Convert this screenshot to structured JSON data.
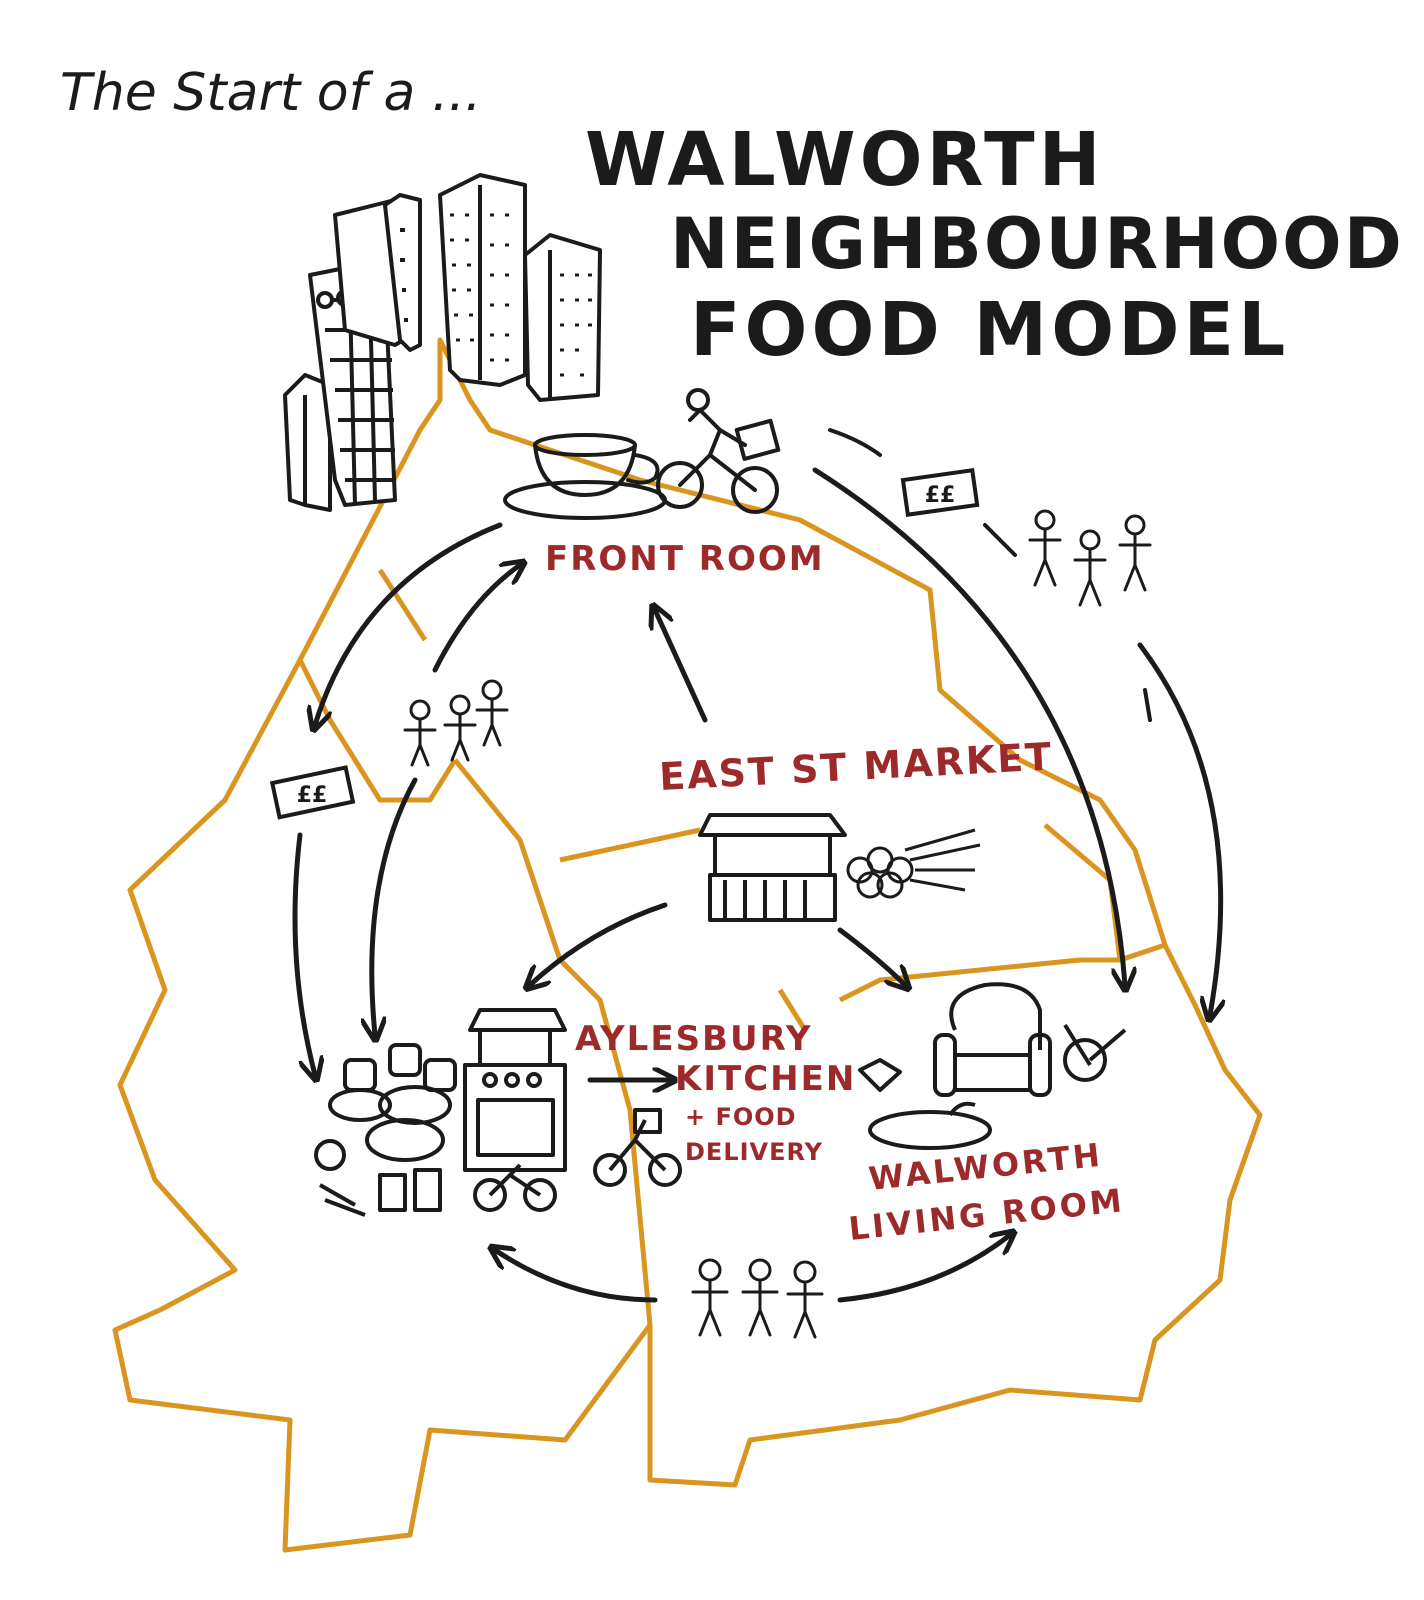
{
  "subtitle": "The Start of a ...",
  "title_lines": [
    "WALWORTH",
    "NEIGHBOURHOOD",
    "FOOD MODEL"
  ],
  "places": {
    "front_room": "FRONT ROOM",
    "market": "EAST ST MARKET",
    "kitchen_line1": "AYLESBURY",
    "kitchen_line2": "KITCHEN",
    "kitchen_line3": "+ FOOD",
    "kitchen_line4": "DELIVERY",
    "living_line1": "WALWORTH",
    "living_line2": "LIVING ROOM"
  },
  "money_label": "££",
  "colors": {
    "ink": "#1b1b1b",
    "red_label": "#9c2a2a",
    "map_line": "#d9951f"
  }
}
